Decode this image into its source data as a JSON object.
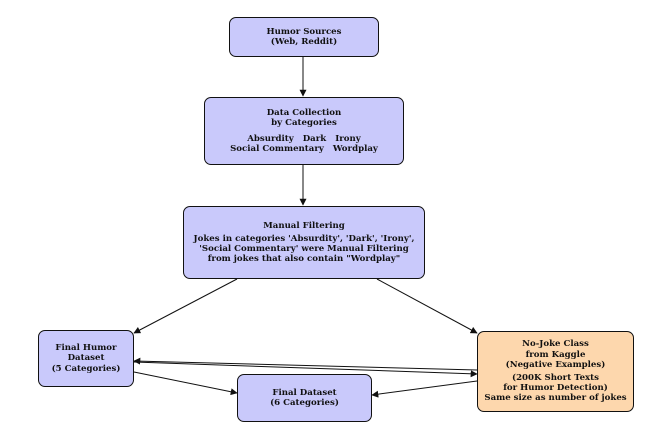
{
  "nodes": {
    "sources": {
      "lines": [
        "Humor Sources",
        "(Web, Reddit)"
      ]
    },
    "collection": {
      "lines": [
        "Data Collection",
        "by Categories"
      ],
      "categories_row1": [
        "Absurdity",
        "Dark",
        "Irony"
      ],
      "categories_row2": [
        "Social Commentary",
        "Wordplay"
      ]
    },
    "filtering": {
      "title": "Manual Filtering",
      "lines": [
        "Jokes in categories 'Absurdity', 'Dark', 'Irony',",
        "'Social Commentary' were Manual Filtering",
        "from jokes that also contain \"Wordplay\""
      ]
    },
    "final_humor": {
      "lines": [
        "Final Humor",
        "Dataset",
        "(5 Categories)"
      ]
    },
    "no_joke": {
      "lines": [
        "No-Joke Class",
        "from Kaggle",
        "(Negative Examples)"
      ],
      "lines2": [
        "(200K Short Texts",
        "for Humor Detection)",
        "Same size as number of jokes"
      ]
    },
    "final_dataset": {
      "lines": [
        "Final Dataset",
        "(6 Categories)"
      ]
    }
  },
  "colors": {
    "node_blue": "#c9c9fb",
    "node_orange": "#fdd7ad",
    "border": "#111111"
  }
}
